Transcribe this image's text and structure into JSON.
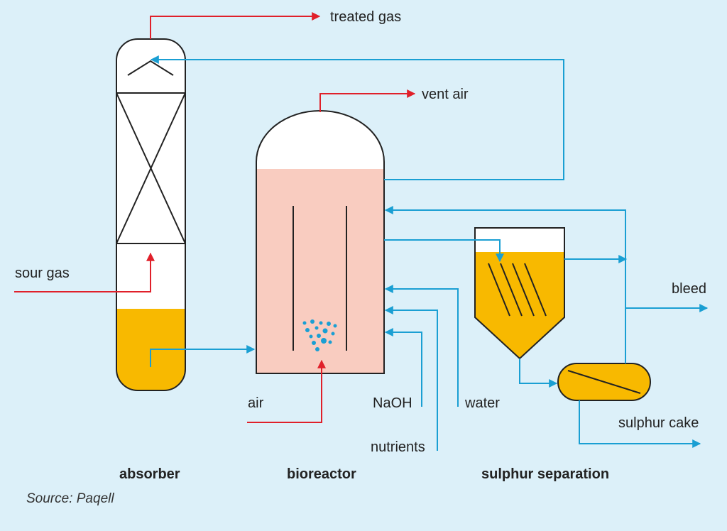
{
  "labels": {
    "treated_gas": "treated gas",
    "vent_air": "vent air",
    "sour_gas": "sour gas",
    "bleed": "bleed",
    "air": "air",
    "naoh": "NaOH",
    "water": "water",
    "sulphur_cake": "sulphur cake",
    "nutrients": "nutrients"
  },
  "captions": {
    "absorber": "absorber",
    "bioreactor": "bioreactor",
    "sulphur_separation": "sulphur separation"
  },
  "source": "Source: Paqell",
  "colors": {
    "background": "#dcf0f9",
    "gas_flow": "#e0202a",
    "liquid_flow": "#1a9fd3",
    "solution": "#f8b900",
    "reactor_liquid": "#f9ccc0",
    "outline": "#222222"
  }
}
